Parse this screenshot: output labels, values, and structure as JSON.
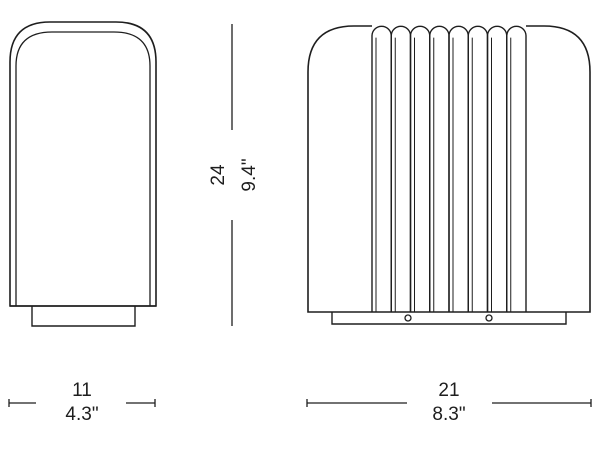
{
  "drawing": {
    "height_dimension": {
      "cm": "24",
      "inches": "9.4\""
    },
    "side_width_dimension": {
      "cm": "11",
      "inches": "4.3\""
    },
    "front_width_dimension": {
      "cm": "21",
      "inches": "8.3\""
    },
    "front_view": {
      "rib_count": 8
    }
  },
  "colors": {
    "line": "#1e1e1e",
    "background": "#ffffff"
  }
}
